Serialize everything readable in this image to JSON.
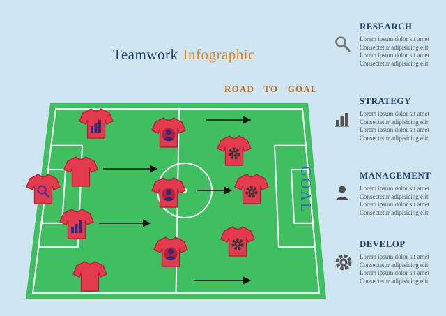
{
  "title": {
    "part1": "Teamwork",
    "part2": "Infographic"
  },
  "field": {
    "road_label": "ROAD TO GOAL",
    "goal_label": "GOAL"
  },
  "sections": [
    {
      "title": "RESEARCH",
      "icon": "magnifier-icon",
      "lines": [
        "Lorem ipsum dolor sit amet",
        "Consectetur adipisicing elit",
        "Lorem ipsum dolor sit amet",
        "Consectetur adipisicing elit"
      ]
    },
    {
      "title": "STRATEGY",
      "icon": "bar-chart-icon",
      "lines": [
        "Lorem ipsum dolor sit amet",
        "Consectetur adipisicing elit",
        "Lorem ipsum dolor sit amet",
        "Consectetur adipisicing elit"
      ]
    },
    {
      "title": "MANAGEMENT",
      "icon": "person-icon",
      "lines": [
        "Lorem ipsum dolor sit amet",
        "Consectetur adipisicing elit",
        "Lorem ipsum dolor sit amet",
        "Consectetur adipisicing elit"
      ]
    },
    {
      "title": "DEVELOP",
      "icon": "gear-icon",
      "lines": [
        "Lorem ipsum dolor sit amet",
        "Consectetur adipisicing elit",
        "Lorem ipsum dolor sit amet",
        "Consectetur adipisicing elit"
      ]
    }
  ],
  "players": {
    "shirt_icons": [
      "bar-chart",
      "person",
      "gear",
      "magnifier",
      "plain",
      "person",
      "gear",
      "bar-chart",
      "person",
      "gear",
      "plain"
    ]
  },
  "colors": {
    "background": "#cfe5f2",
    "field_green": "#3fbf5f",
    "shirt_red": "#e23b4d",
    "title_navy": "#1c3e6f",
    "title_orange": "#e0831c",
    "road_orange": "#bf6a1f",
    "goal_blue": "#2e6db4",
    "icon_navy": "#2b2b7a",
    "magnifier_purple": "#5e2d91"
  }
}
